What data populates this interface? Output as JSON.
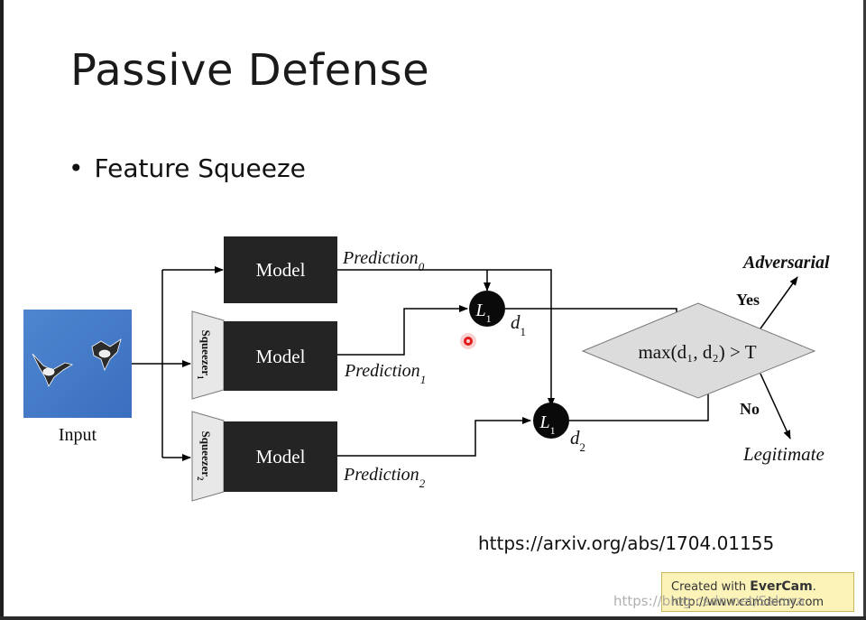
{
  "slide": {
    "title": "Passive Defense",
    "bullet": "Feature Squeeze",
    "url": "https://arxiv.org/abs/1704.01155"
  },
  "diagram": {
    "input_label": "Input",
    "model_label": "Model",
    "squeezer_label": "Squeezer",
    "squeezer_subscripts": [
      "1",
      "2"
    ],
    "prediction_label": "Prediction",
    "prediction_subscripts": [
      "0",
      "1",
      "2"
    ],
    "l1_label": "L",
    "l1_subscript": "1",
    "distance_label": "d",
    "distance_subscripts": [
      "1",
      "2"
    ],
    "decision_text": "max(d₁, d₂) > T",
    "yes_label": "Yes",
    "no_label": "No",
    "adversarial_label": "Adversarial",
    "legitimate_label": "Legitimate"
  },
  "evercam": {
    "prefix": "Created with ",
    "brand": "EverCam",
    "suffix": ".",
    "line2": "http://www.camdemy.com"
  },
  "watermark": "https://blog.csdn.net/Sakura"
}
